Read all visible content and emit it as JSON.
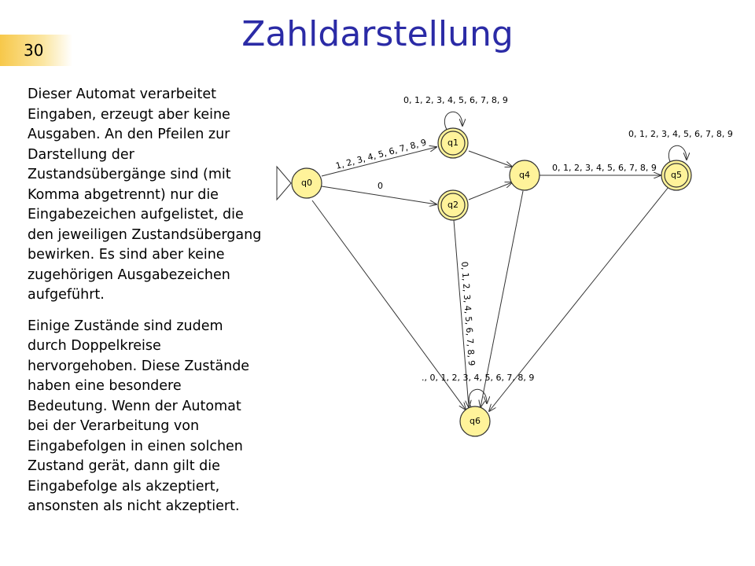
{
  "slide": {
    "number": "30",
    "title": "Zahldarstellung"
  },
  "text": {
    "paragraph1": "Dieser Automat verarbeitet Eingaben, erzeugt aber keine Ausgaben. An den Pfeilen zur Darstellung der Zustandsübergänge sind (mit Komma abgetrennt) nur die Eingabezeichen aufgelistet, die den jeweiligen Zustandsübergang bewirken. Es sind aber keine zugehörigen Ausgabezeichen aufgeführt.",
    "paragraph2": "Einige Zustände sind zudem durch Doppelkreise hervorgehoben. Diese Zustände haben eine besondere Bedeutung. Wenn der Automat bei der Verarbeitung von Eingabefolgen in einen solchen Zustand gerät, dann gilt die Eingabefolge als akzeptiert, ansonsten als nicht akzeptiert."
  },
  "automaton": {
    "states": [
      {
        "id": "q0",
        "label": "q0",
        "accepting": false,
        "initial": true
      },
      {
        "id": "q1",
        "label": "q1",
        "accepting": true,
        "initial": false
      },
      {
        "id": "q2",
        "label": "q2",
        "accepting": true,
        "initial": false
      },
      {
        "id": "q4",
        "label": "q4",
        "accepting": false,
        "initial": false
      },
      {
        "id": "q5",
        "label": "q5",
        "accepting": true,
        "initial": false
      },
      {
        "id": "q6",
        "label": "q6",
        "accepting": false,
        "initial": false
      }
    ],
    "transitions": [
      {
        "from": "q0",
        "to": "q1",
        "label": "1, 2, 3, 4, 5, 6, 7, 8, 9"
      },
      {
        "from": "q0",
        "to": "q2",
        "label": "0"
      },
      {
        "from": "q1",
        "to": "q1",
        "label": "0, 1, 2, 3, 4, 5, 6, 7, 8, 9"
      },
      {
        "from": "q5",
        "to": "q5",
        "label": "0, 1, 2, 3, 4, 5, 6, 7, 8, 9"
      },
      {
        "from": "q4",
        "to": "q5",
        "label": "0, 1, 2, 3, 4, 5, 6, 7, 8, 9"
      },
      {
        "from": "q2",
        "to": "q6",
        "label": "0, 1, 2, 3, 4, 5, 6, 7, 8, 9"
      },
      {
        "from": "q6",
        "to": "q6",
        "label": "., 0, 1, 2, 3, 4, 5, 6, 7, 8, 9"
      }
    ]
  }
}
